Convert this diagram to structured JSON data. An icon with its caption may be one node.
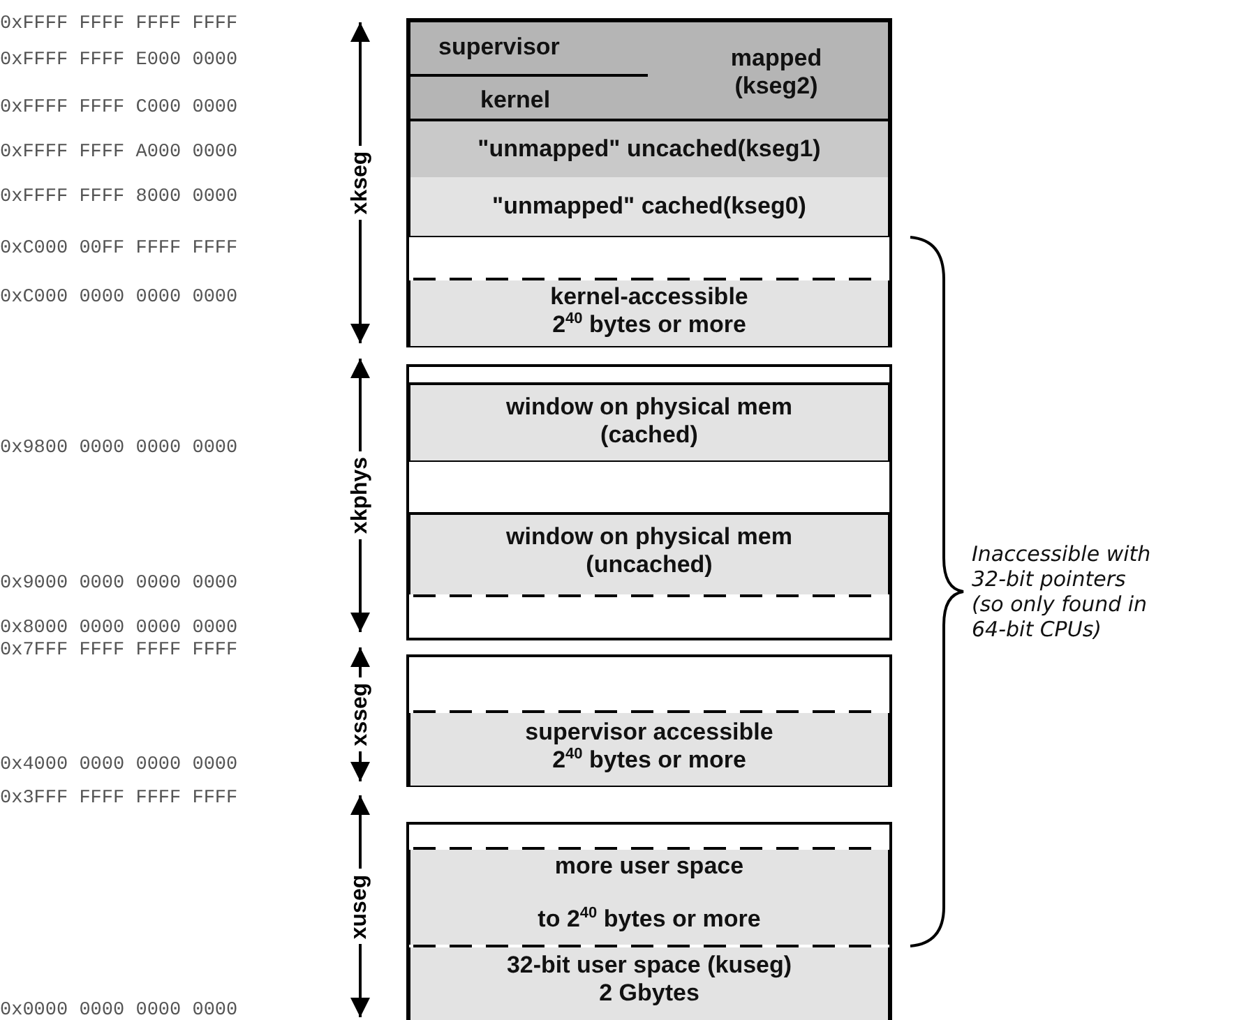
{
  "diagram": {
    "nodes": [
      {
        "text": [
          "supervisor",
          "kernel",
          "mapped (kseg2)"
        ]
      },
      {
        "text": [
          "\"unmapped\" uncached(kseg1)"
        ]
      },
      {
        "text": [
          "\"unmapped\" cached(kseg0)"
        ]
      },
      {
        "text": [
          "kernel-accessible 2$^{40}$ bytes or more"
        ]
      },
      {
        "text": [
          "window on physical mem (cached)"
        ]
      },
      {
        "text": [
          "window on physical mem (uncached)"
        ]
      },
      {
        "text": [
          "supervisor accessible 2$^{40}$ bytes or more"
        ]
      },
      {
        "text": [
          "more user space",
          "to 2$^{40}$ bytes or more"
        ]
      },
      {
        "text": [
          "32-bit user space (kuseg) 2 Gbytes"
        ]
      }
    ],
    "labels": [
      "0xFFFF FFFF FFFF FFFF",
      "0xFFFF FFFF E000 0000",
      "0xFFFF FFFF C000 0000",
      "0xFFFF FFFF A000 0000",
      "0xFFFF FFFF 8000 0000",
      "0xC000 00FF FFFF FFFF",
      "0xC000 0000 0000 0000",
      "0x9800 0000 0000 0000",
      "0x9000 0000 0000 0000",
      "0x8000 0000 0000 0000",
      "0x7FFF FFFF FFFF FFFF",
      "0x4000 0000 0000 0000",
      "0x3FFF FFFF FFFF FFFF",
      "0x0000 0000 0000 0000",
      "xkseg",
      "xkphys",
      "xsseg",
      "xuseg",
      "Inaccessible with 32-bit pointers (so only found in 64-bit CPUs)"
    ]
  }
}
